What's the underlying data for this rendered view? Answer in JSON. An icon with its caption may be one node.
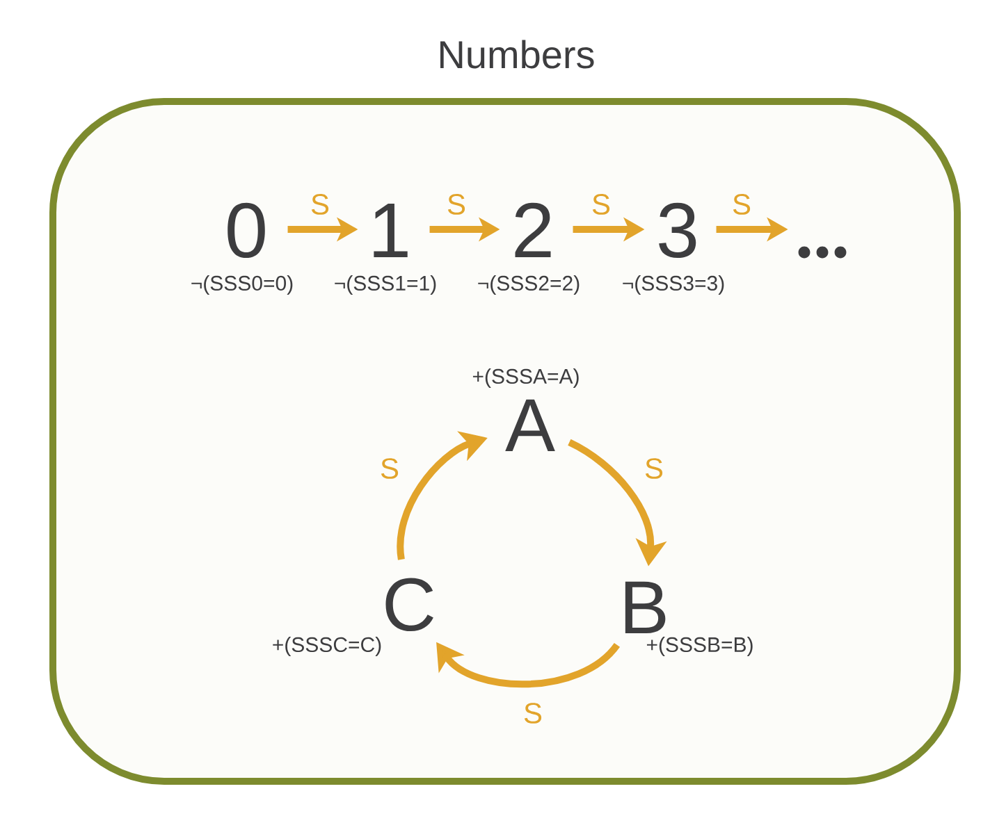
{
  "diagram": {
    "nodes": [
      {
        "text": [
          "Numbers"
        ]
      },
      {
        "text": [
          "0"
        ],
        "in": 0,
        "beside": [
          "¬(SSS0=0)"
        ]
      },
      {
        "text": [
          "1"
        ],
        "in": 0,
        "beside": [
          "¬(SSS1=1)"
        ]
      },
      {
        "text": [
          "2"
        ],
        "in": 0,
        "beside": [
          "¬(SSS2=2)"
        ]
      },
      {
        "text": [
          "3"
        ],
        "in": 0,
        "beside": [
          "¬(SSS3=3)"
        ]
      },
      {
        "text": [
          "..."
        ],
        "in": 0
      },
      {
        "text": [
          "A"
        ],
        "in": 0,
        "beside": [
          "+(SSSA=A)"
        ]
      },
      {
        "text": [
          "B"
        ],
        "in": 0,
        "beside": [
          "+(SSSB=B)"
        ]
      },
      {
        "text": [
          "C"
        ],
        "in": 0,
        "beside": [
          "+(SSSC=C)"
        ]
      }
    ],
    "edges": [
      {
        "from": 1,
        "to": 2,
        "arrow": "to",
        "label": "S"
      },
      {
        "from": 2,
        "to": 3,
        "arrow": "to",
        "label": "S"
      },
      {
        "from": 3,
        "to": 4,
        "arrow": "to",
        "label": "S"
      },
      {
        "from": 4,
        "to": 5,
        "arrow": "to",
        "label": "S"
      },
      {
        "from": 6,
        "to": 7,
        "arrow": "to",
        "label": "S"
      },
      {
        "from": 7,
        "to": 8,
        "arrow": "to",
        "label": "S"
      },
      {
        "from": 8,
        "to": 6,
        "arrow": "to",
        "label": "S"
      }
    ]
  }
}
